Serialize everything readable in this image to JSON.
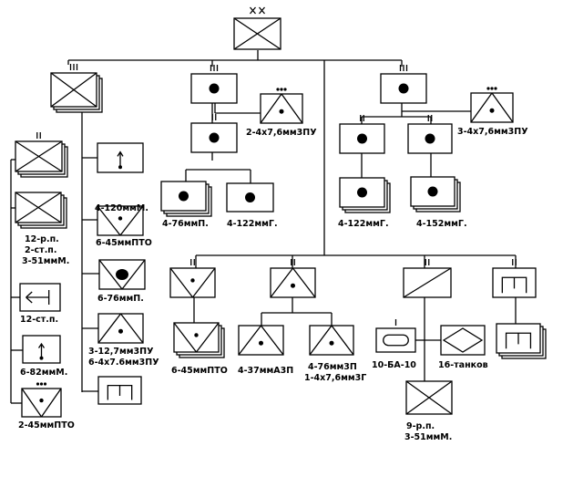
{
  "diagram": {
    "nodes": {
      "division": {
        "echelon": "XX",
        "symbol": "infantry"
      },
      "rifle_regt": {
        "echelon": "III",
        "symbol": "infantry"
      },
      "art_regt1": {
        "echelon": "III",
        "symbol": "artillery"
      },
      "art_regt2": {
        "echelon": "III",
        "symbol": "artillery"
      },
      "rifle_bn": {
        "echelon": "II",
        "symbol": "infantry"
      },
      "rifle_cos": {
        "symbol": "infantry"
      },
      "comms_co": {
        "symbol": "signals"
      },
      "mortar82": {
        "symbol": "mortar"
      },
      "at45_plt": {
        "echelon": "•••",
        "symbol": "antitank"
      },
      "mortar120": {
        "symbol": "mortar"
      },
      "at45_co": {
        "symbol": "antitank"
      },
      "gun76_co": {
        "symbol": "antitank-gun"
      },
      "aa_co": {
        "symbol": "anti-aircraft"
      },
      "eng_co": {
        "symbol": "engineer"
      },
      "aa1": {
        "echelon": "•••",
        "symbol": "anti-aircraft"
      },
      "bn_a1": {
        "echelon": "II",
        "symbol": "artillery"
      },
      "bn_a2": {
        "symbol": "artillery"
      },
      "bn_a3": {
        "symbol": "artillery"
      },
      "aa2": {
        "echelon": "•••",
        "symbol": "anti-aircraft"
      },
      "bn_b1": {
        "echelon": "II",
        "symbol": "artillery"
      },
      "bn_b2": {
        "echelon": "II",
        "symbol": "artillery"
      },
      "bn_b3": {
        "symbol": "artillery"
      },
      "bn_b4": {
        "symbol": "artillery"
      },
      "atbn": {
        "echelon": "II",
        "symbol": "antitank"
      },
      "atbn_co": {
        "symbol": "antitank"
      },
      "aabn": {
        "echelon": "II",
        "symbol": "anti-aircraft"
      },
      "aabn_c1": {
        "symbol": "anti-aircraft"
      },
      "aabn_c2": {
        "symbol": "anti-aircraft"
      },
      "armbn": {
        "echelon": "II",
        "symbol": "armor"
      },
      "ba": {
        "echelon": "I",
        "symbol": "armored-car"
      },
      "tanks": {
        "symbol": "tank"
      },
      "arm_rifle": {
        "symbol": "infantry"
      },
      "engbn": {
        "echelon": "II",
        "symbol": "engineer"
      },
      "engbn_co": {
        "symbol": "engineer"
      }
    },
    "labels": {
      "mortar120": "4-120ммМ.",
      "at45_co": "6-45ммПТО",
      "gun76_co": "6-76ммП.",
      "aa_co_1": "3-12,7мм3ПУ",
      "aa_co_2": "6-4х7.6мм3ПУ",
      "rifle_cos_1": "12-р.п.",
      "rifle_cos_2": "2-ст.п.",
      "rifle_cos_3": "3-51ммМ.",
      "comms_co": "12-ст.п.",
      "mortar82": "6-82ммМ.",
      "at45_plt": "2-45ммПТО",
      "aa1": "2-4х7,6мм3ПУ",
      "bn_a2": "4-76ммП.",
      "bn_a3": "4-122ммГ.",
      "aa2": "3-4х7,6мм3ПУ",
      "bn_b3": "4-122ммГ.",
      "bn_b4": "4-152ммГ.",
      "atbn_co": "6-45ммПТО",
      "aabn_c1": "4-37ммА3П",
      "aabn_c2_1": "4-76мм3П",
      "aabn_c2_2": "1-4х7,6мм3Г",
      "ba": "10-БА-10",
      "tanks": "16-танков",
      "arm_rifle_1": "9-р.п.",
      "arm_rifle_2": "3-51ммМ."
    }
  }
}
